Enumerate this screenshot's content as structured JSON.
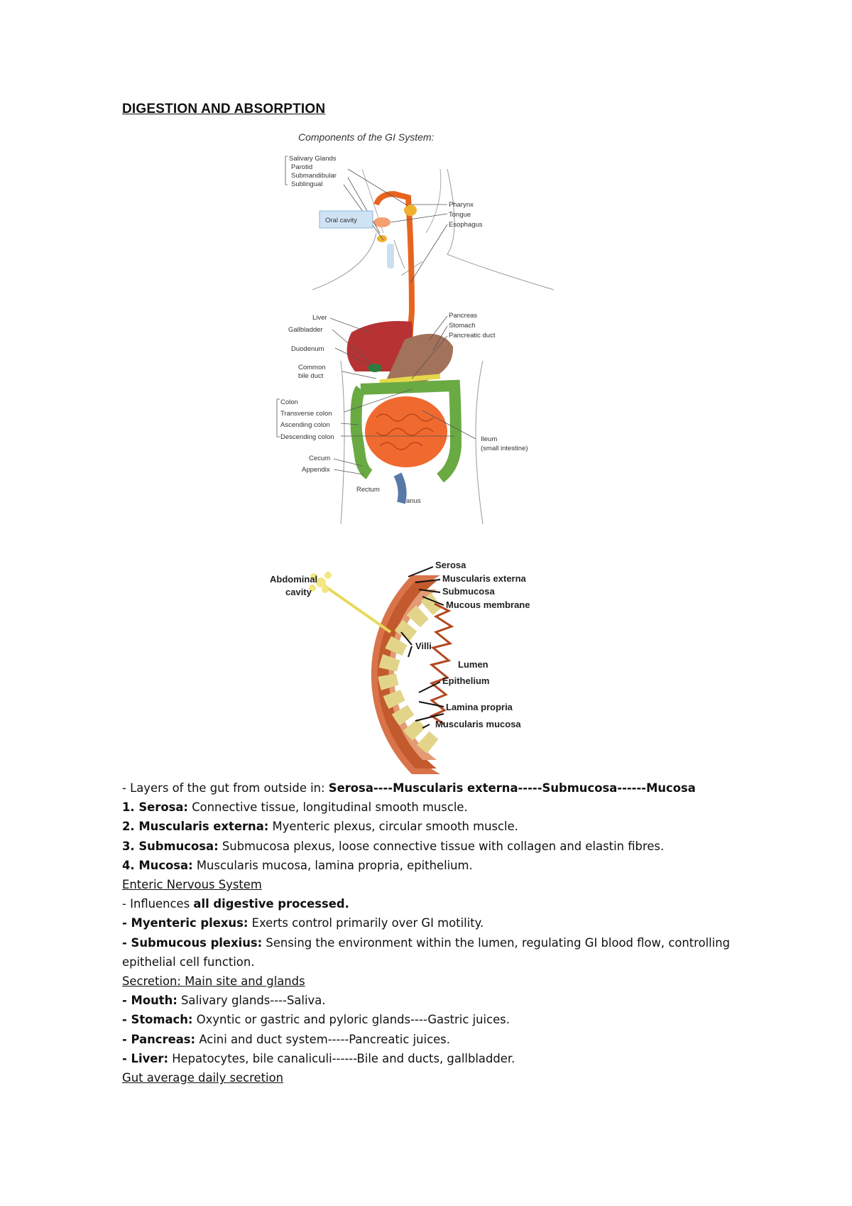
{
  "document": {
    "title": "DIGESTION AND ABSORPTION"
  },
  "figure1": {
    "title": "Components of the GI System:",
    "labels": {
      "salivary_glands": "Salivary Glands",
      "parotid": "Parotid",
      "submandibular": "Submandibular",
      "sublingual": "Sublingual",
      "oral_cavity": "Oral cavity",
      "pharynx": "Pharynx",
      "tongue": "Tongue",
      "esophagus": "Esophagus",
      "liver": "Liver",
      "gallbladder": "Gallbladder",
      "duodenum": "Duodenum",
      "common_bile_duct_1": "Common",
      "common_bile_duct_2": "bile duct",
      "pancreas": "Pancreas",
      "stomach": "Stomach",
      "pancreatic_duct": "Pancreatic duct",
      "colon": "Colon",
      "transverse_colon": "Transverse colon",
      "ascending_colon": "Ascending colon",
      "descending_colon": "Descending colon",
      "cecum": "Cecum",
      "appendix": "Appendix",
      "ileum_1": "Ileum",
      "ileum_2": "(small intestine)",
      "rectum": "Rectum",
      "anus": "anus"
    }
  },
  "figure2": {
    "labels": {
      "abdominal_1": "Abdominal",
      "abdominal_2": "cavity",
      "serosa": "Serosa",
      "muscularis_externa": "Muscularis externa",
      "submucosa": "Submucosa",
      "mucous_membrane": "Mucous membrane",
      "villi": "Villi",
      "lumen": "Lumen",
      "epithelium": "Epithelium",
      "lamina_propria": "Lamina propria",
      "muscularis_mucosa": "Muscularis mucosa"
    }
  },
  "notes": {
    "layers_prefix": "- Layers of the gut from outside in: ",
    "layers_serosa": "Serosa----Muscularis externa-----Submucosa------Mucosa",
    "l1_term": "1. Serosa:",
    "l1_text": " Connective tissue, longitudinal smooth muscle.",
    "l2_term": "2. Muscularis externa:",
    "l2_text": " Myenteric plexus, circular smooth muscle.",
    "l3_term": "3. Submucosa:",
    "l3_text": " Submucosa plexus, loose connective tissue with collagen and elastin fibres.",
    "l4_term": "4. Mucosa:",
    "l4_text": " Muscularis mucosa, lamina propria, epithelium.",
    "ens_heading": "Enteric Nervous System ",
    "ens1_prefix": "- Influences ",
    "ens1_bold": "all digestive processed.",
    "ens2_term": "- Myenteric plexus:",
    "ens2_text": " Exerts control primarily over GI motility.",
    "ens3_term": "- Submucous plexius:",
    "ens3_text": " Sensing the environment within the lumen, regulating GI blood flow, controlling epithelial cell function.",
    "sec_heading": "Secretion: Main site and glands",
    "sec1_term": "- Mouth:",
    "sec1_text": " Salivary glands----Saliva.",
    "sec2_term": "- Stomach:",
    "sec2_text": " Oxyntic or gastric and pyloric glands----Gastric juices.",
    "sec3_term": "- Pancreas:",
    "sec3_text": " Acini and duct system-----Pancreatic juices.",
    "sec4_term": "- Liver:",
    "sec4_text": " Hepatocytes, bile canaliculi------Bile and ducts, gallbladder.",
    "gut_heading": "Gut average daily secretion"
  }
}
